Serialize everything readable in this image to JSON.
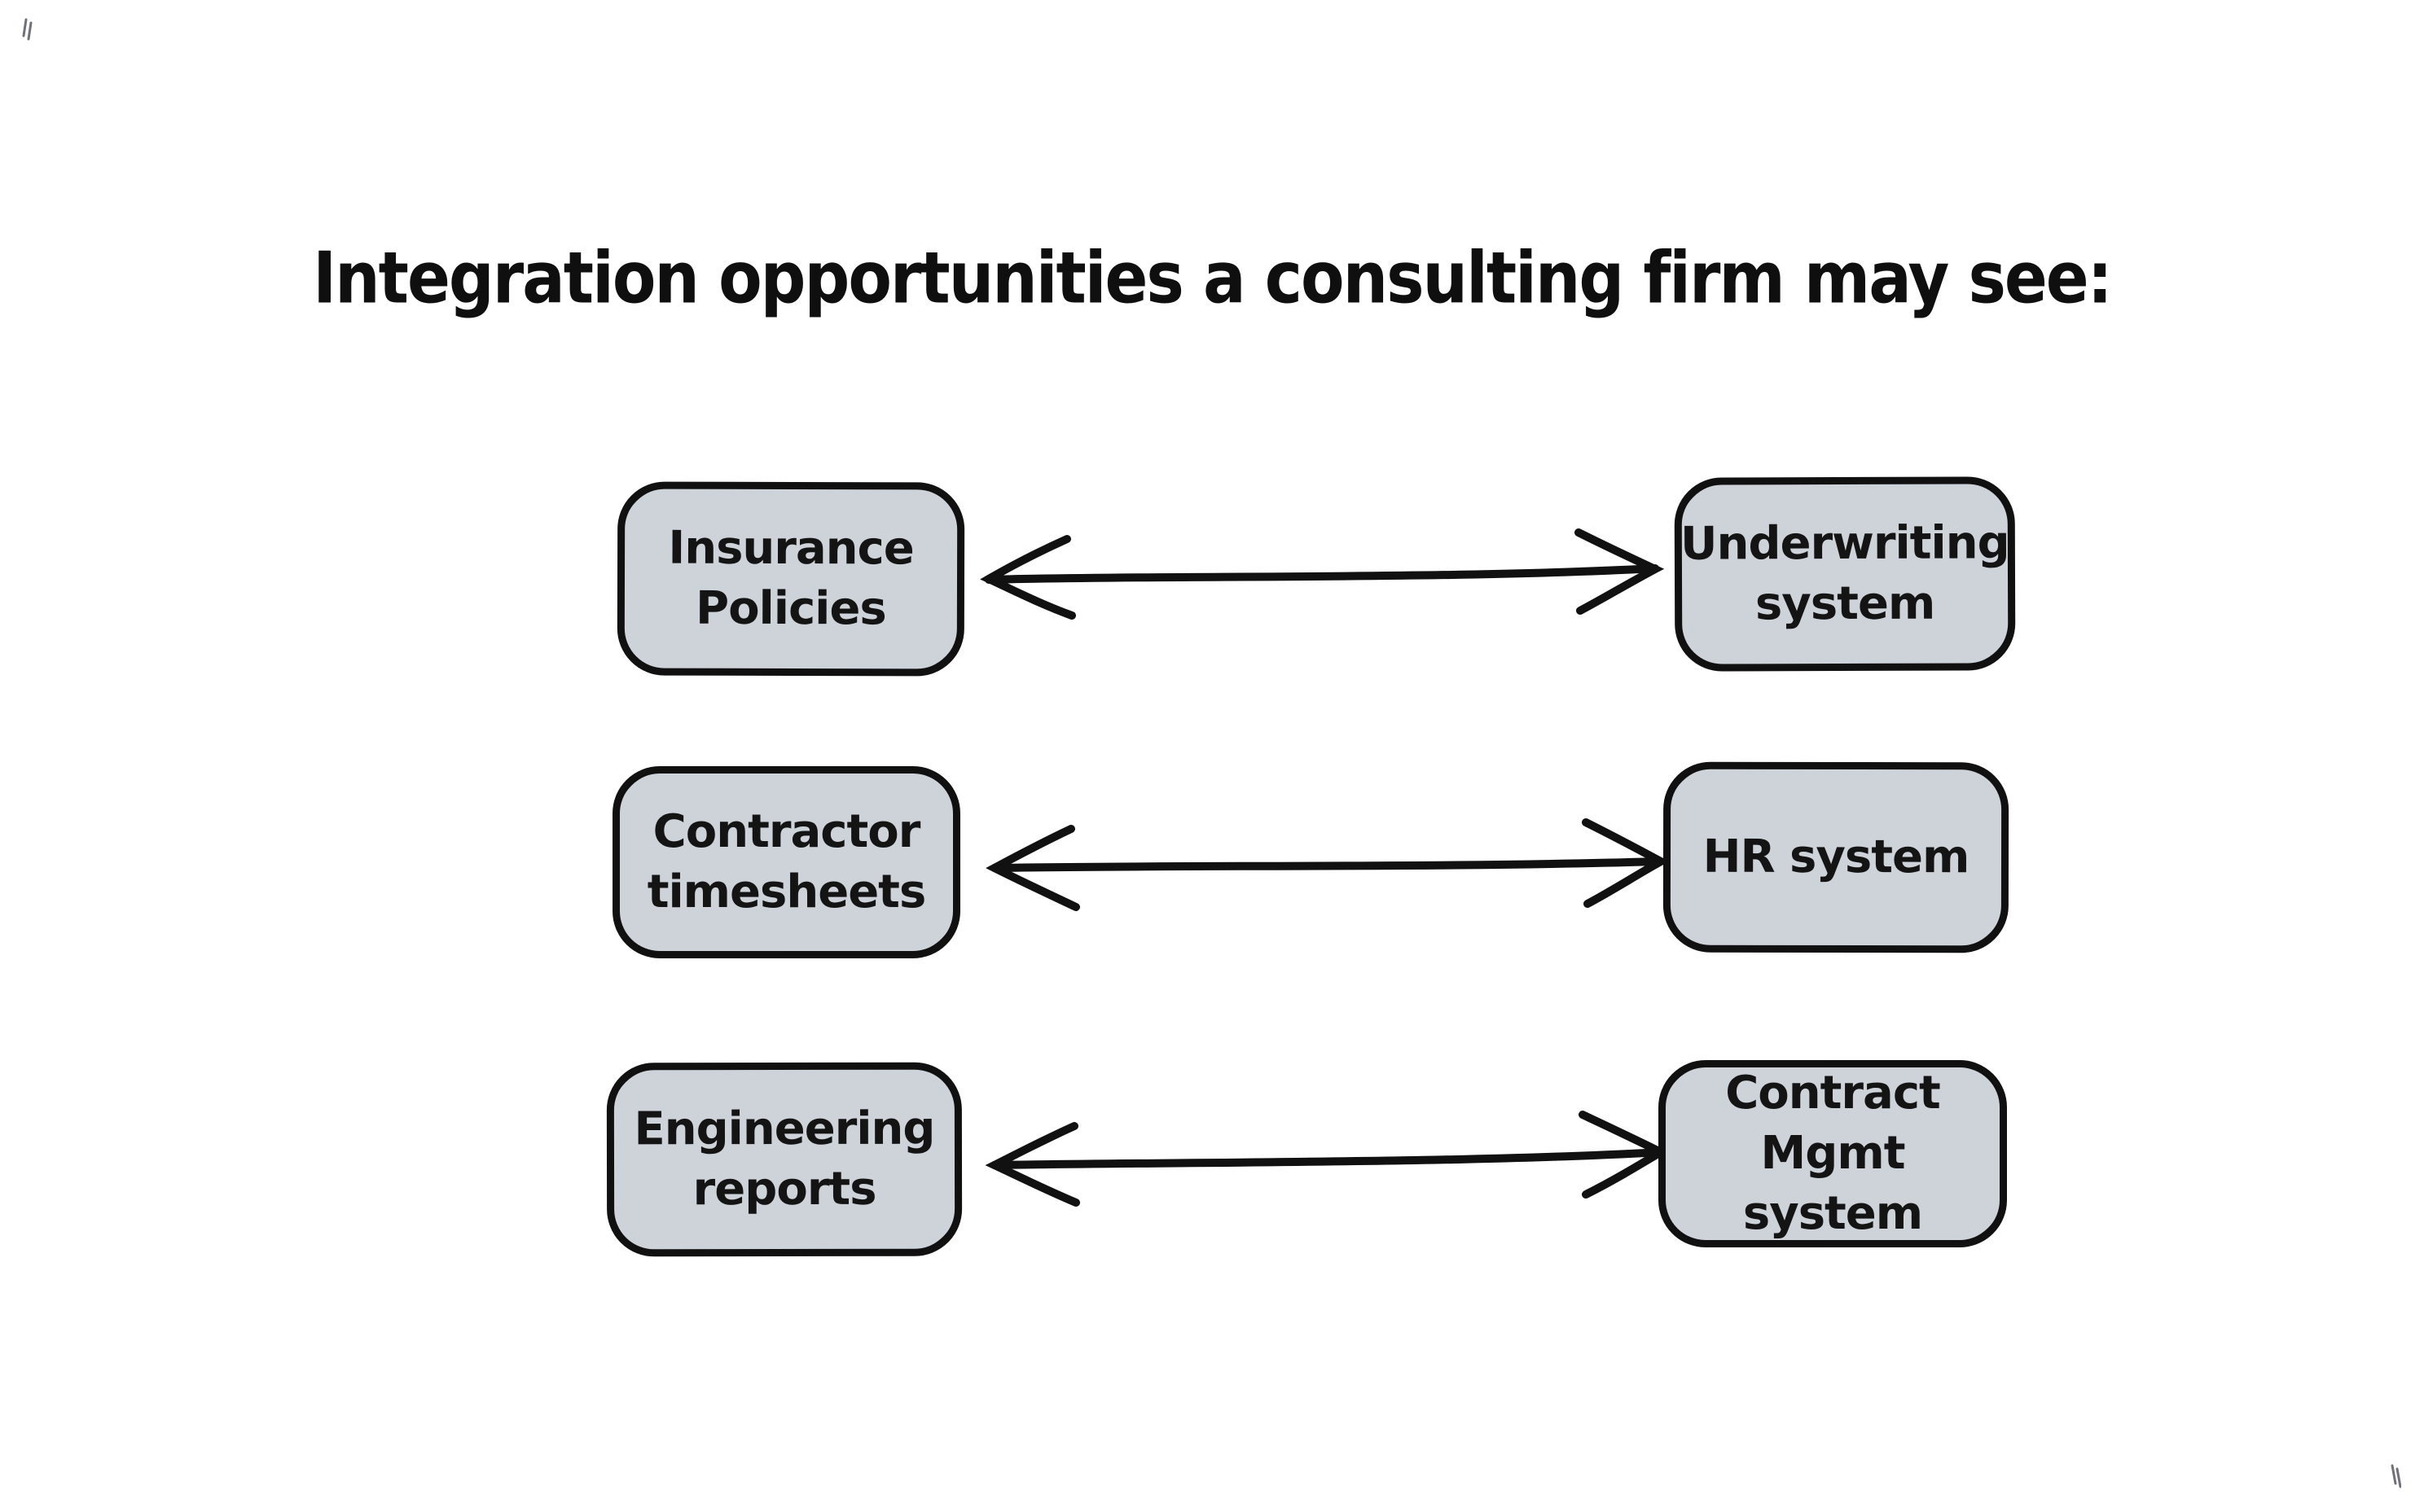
{
  "title": "Integration opportunities a consulting firm may see:",
  "canvas": {
    "background": "#ffffff",
    "box_fill": "#ced3da",
    "stroke_color": "#111111",
    "text_color": "#141414",
    "pen_mark_color": "#6f727a"
  },
  "rows": [
    {
      "source": {
        "label": "Insurance\nPolicies"
      },
      "target": {
        "label": "Underwriting\nsystem"
      },
      "connector": "bidirectional-arrow"
    },
    {
      "source": {
        "label": "Contractor\ntimesheets"
      },
      "target": {
        "label": "HR system"
      },
      "connector": "bidirectional-arrow"
    },
    {
      "source": {
        "label": "Engineering\nreports"
      },
      "target": {
        "label": "Contract\nMgmt system"
      },
      "connector": "bidirectional-arrow"
    }
  ],
  "decorations": {
    "top_left_mark": "pen-squiggle",
    "bottom_right_mark": "pen-squiggle"
  }
}
